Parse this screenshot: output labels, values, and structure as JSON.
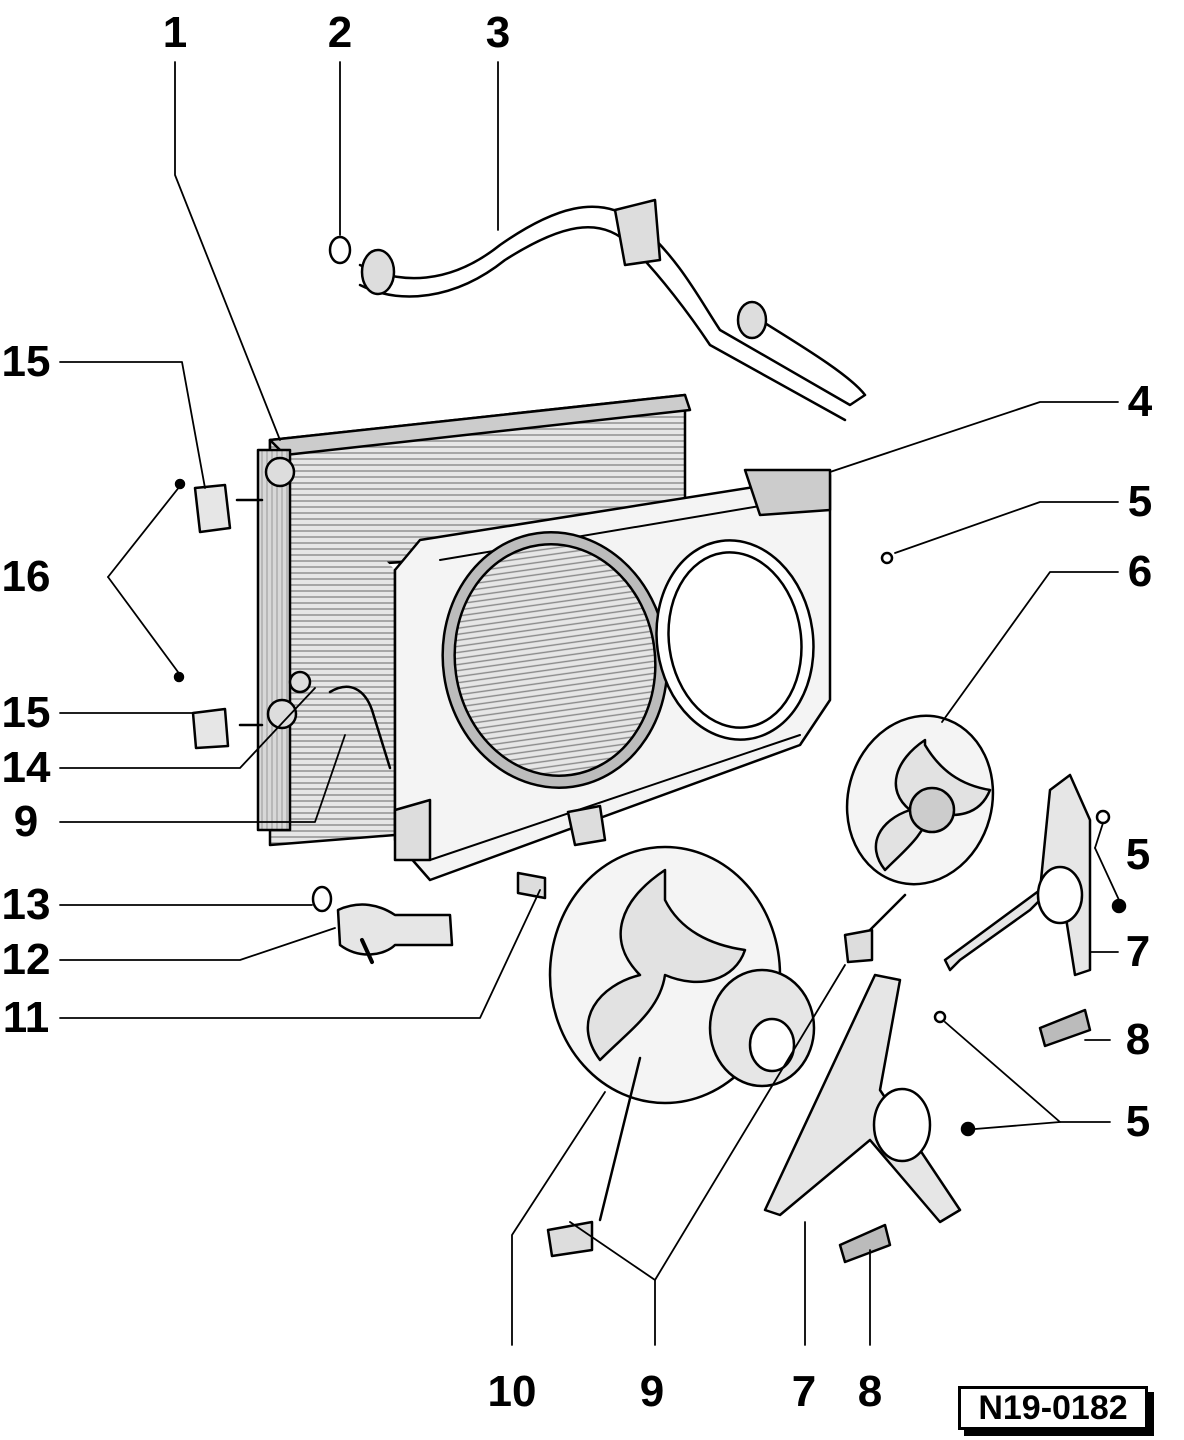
{
  "diagram": {
    "reference_code": "N19-0182",
    "callouts": {
      "c1": "1",
      "c2": "2",
      "c3": "3",
      "c4": "4",
      "c5a": "5",
      "c5b": "5",
      "c5c": "5",
      "c6": "6",
      "c7a": "7",
      "c7b": "7",
      "c8a": "8",
      "c8b": "8",
      "c9a": "9",
      "c9b": "9",
      "c10": "10",
      "c11": "11",
      "c12": "12",
      "c13": "13",
      "c14": "14",
      "c15a": "15",
      "c15b": "15",
      "c16": "16"
    }
  }
}
